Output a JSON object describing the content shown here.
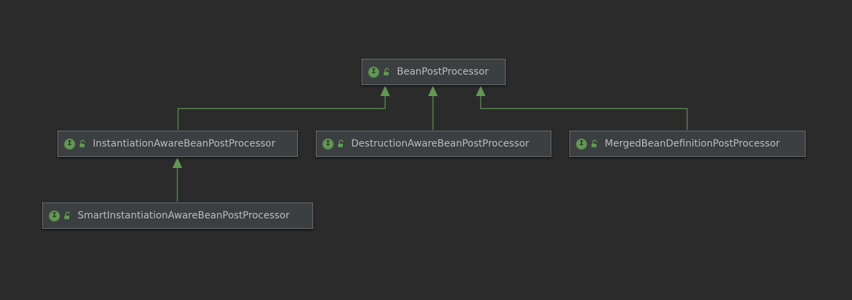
{
  "diagram": {
    "nodes": [
      {
        "id": "bpp",
        "label": "BeanPostProcessor",
        "kind": "interface"
      },
      {
        "id": "iabpp",
        "label": "InstantiationAwareBeanPostProcessor",
        "kind": "interface"
      },
      {
        "id": "dabpp",
        "label": "DestructionAwareBeanPostProcessor",
        "kind": "interface"
      },
      {
        "id": "mbdpp",
        "label": "MergedBeanDefinitionPostProcessor",
        "kind": "interface"
      },
      {
        "id": "siabpp",
        "label": "SmartInstantiationAwareBeanPostProcessor",
        "kind": "interface"
      }
    ],
    "edges": [
      {
        "from": "iabpp",
        "to": "bpp",
        "type": "extends"
      },
      {
        "from": "dabpp",
        "to": "bpp",
        "type": "extends"
      },
      {
        "from": "mbdpp",
        "to": "bpp",
        "type": "extends"
      },
      {
        "from": "siabpp",
        "to": "iabpp",
        "type": "extends"
      }
    ],
    "interface_icon_letter": "I",
    "icons": {
      "interface": "interface-icon",
      "visibility": "public-lock-icon"
    },
    "colors": {
      "background": "#2b2b2b",
      "node_fill": "#3c3f41",
      "node_border": "#6b6e70",
      "edge": "#629755",
      "text": "#bbbbbb"
    }
  }
}
